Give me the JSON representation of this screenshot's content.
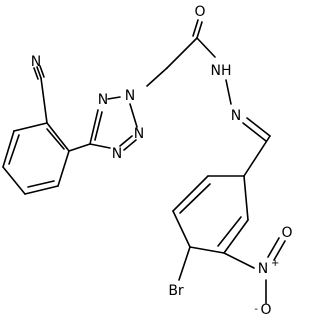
{
  "molecule": {
    "atoms": {
      "carbonyl_o": "O",
      "nh": "NH",
      "hydrazone_n": "N",
      "tetrazole_n1": "N",
      "tetrazole_n2": "N",
      "tetrazole_n3": "N",
      "tetrazole_n4": "N",
      "nitrile_n": "N",
      "nitro_n": "N",
      "nitro_o_top": "O",
      "nitro_o_minus": "O",
      "bromine": "Br"
    },
    "charges": {
      "nitro_n_plus": "+",
      "nitro_o_minus": "-"
    }
  }
}
